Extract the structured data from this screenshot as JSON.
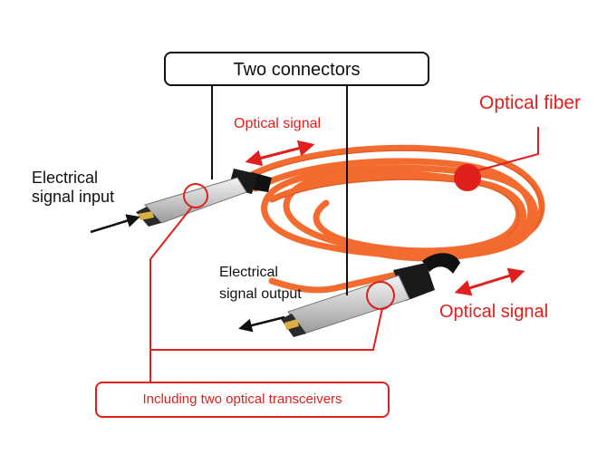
{
  "labels": {
    "two_connectors": "Two connectors",
    "optical_signal_top": "Optical signal",
    "optical_fiber": "Optical fiber",
    "electrical_input_line1": "Electrical",
    "electrical_input_line2": "signal input",
    "electrical_output_line1": "Electrical",
    "electrical_output_line2": "signal output",
    "optical_signal_bottom": "Optical signal",
    "including": "Including two optical transceivers"
  },
  "colors": {
    "annotation_red": "#e0201c",
    "fiber_orange": "#f36b2e",
    "text_black": "#111111"
  }
}
